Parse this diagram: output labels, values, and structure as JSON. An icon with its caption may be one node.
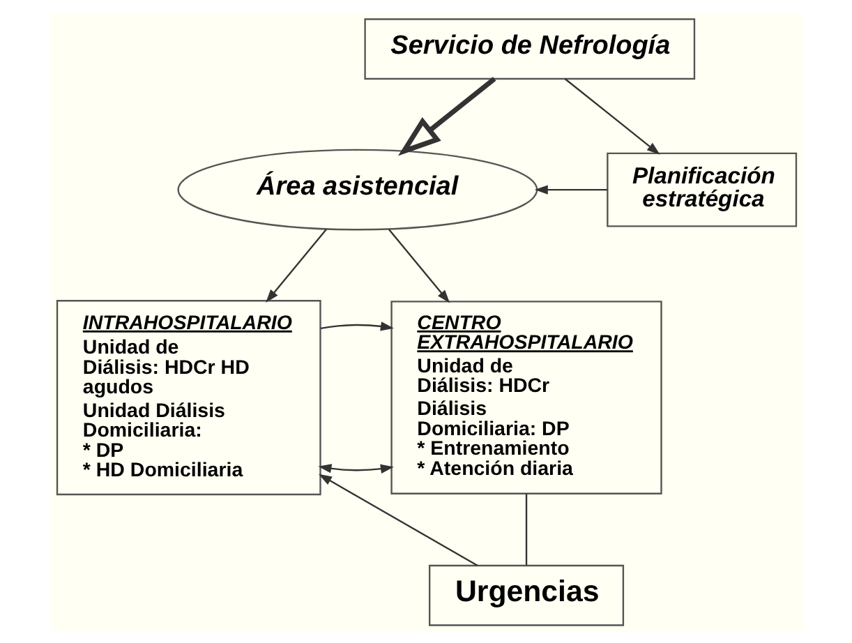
{
  "diagram": {
    "nodes": [
      {
        "text": [
          "Servicio de Nefrología"
        ]
      },
      {
        "text": [
          "Área asistencial"
        ]
      },
      {
        "text": [
          "Planificación estratégica"
        ]
      },
      {
        "text": [
          "INTRAHOSPITALARIO",
          "Unidad de Diálisis: HDCr HD agudos",
          "Unidad Diálisis Domiciliaria: * DP * HD Domiciliaria"
        ]
      },
      {
        "text": [
          "CENTRO EXTRAHOSPITALARIO",
          "Unidad de Diálisis: HDCr",
          "Diálisis Domiciliaria: DP * Entrenamiento * Atención diaria"
        ]
      },
      {
        "text": [
          "Urgencias"
        ]
      }
    ],
    "edges": [
      {
        "from": 0,
        "to": 1,
        "arrow": "to",
        "style": "thick"
      },
      {
        "from": 0,
        "to": 2,
        "arrow": "to"
      },
      {
        "from": 2,
        "to": 1,
        "arrow": "to"
      },
      {
        "from": 1,
        "to": 3,
        "arrow": "to"
      },
      {
        "from": 1,
        "to": 4,
        "arrow": "to"
      },
      {
        "from": 3,
        "to": 4,
        "arrow": "both"
      },
      {
        "from": 3,
        "to": 4,
        "arrow": "to"
      },
      {
        "from": 4,
        "to": 5,
        "arrow": "none"
      },
      {
        "from": 5,
        "to": 3,
        "arrow": "to"
      }
    ]
  }
}
